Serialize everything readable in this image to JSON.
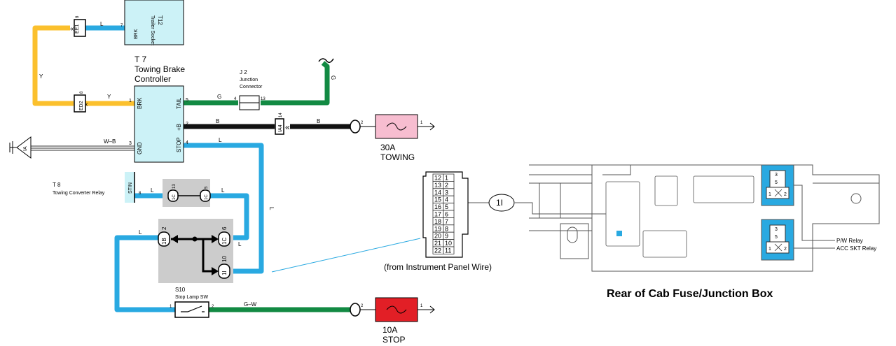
{
  "components": {
    "t12": {
      "code": "T12",
      "name": "Trailer Socket",
      "pin": "BRK"
    },
    "t7": {
      "code": "T 7",
      "name_line1": "Towing Brake",
      "name_line2": "Controller",
      "pins": {
        "brk": "BRK",
        "gnd": "GND",
        "tail": "TAIL",
        "b": "+B",
        "stop": "STOP"
      },
      "pin_numbers": {
        "brk": "1",
        "gnd": "3",
        "tail": "5",
        "b": "2",
        "stop": "4"
      }
    },
    "t8": {
      "code": "T 8",
      "name": "Towing Converter Relay",
      "pin": "STIN",
      "pin_number": "8"
    },
    "j2": {
      "code": "J 2",
      "line1": "Junction",
      "line2": "Connector",
      "pin_a": "4",
      "pin_b": "13"
    },
    "s10": {
      "code": "S10",
      "name": "Stop Lamp SW",
      "pin_a": "1",
      "pin_b": "2"
    },
    "fuse_towing": {
      "rating": "30A",
      "name": "TOWING",
      "pin_a": "2",
      "pin_b": "1"
    },
    "fuse_stop": {
      "rating": "10A",
      "name": "STOP",
      "pin_a": "2",
      "pin_b": "1"
    }
  },
  "connectors": {
    "ee1": {
      "label": "EE1",
      "pin": "8"
    },
    "ed2": {
      "label": "ED2",
      "pin": "8"
    },
    "ia4": {
      "label": "IA4",
      "pin": "14"
    },
    "ground": {
      "label": "IA"
    },
    "c1c_a": {
      "label": "1C",
      "pin": "13"
    },
    "c1c_b": {
      "label": "1C",
      "pin": "5"
    },
    "c1b": {
      "label": "1B",
      "pin": "2"
    },
    "c1c_c": {
      "label": "1C",
      "pin": "6"
    },
    "c1i": {
      "label": "1I",
      "pin": "10"
    }
  },
  "wire_colors": {
    "l": "L",
    "y": "Y",
    "g": "G",
    "b": "B",
    "wb": "W–B",
    "gw": "G–W"
  },
  "connector_pins": {
    "rows": [
      [
        "12",
        "1"
      ],
      [
        "13",
        "2"
      ],
      [
        "14",
        "3"
      ],
      [
        "15",
        "4"
      ],
      [
        "16",
        "5"
      ],
      [
        "17",
        "6"
      ],
      [
        "18",
        "7"
      ],
      [
        "19",
        "8"
      ],
      [
        "20",
        "9"
      ],
      [
        "21",
        "10"
      ],
      [
        "22",
        "11"
      ]
    ]
  },
  "callout": {
    "id": "1I",
    "from": "(from Instrument Panel Wire)"
  },
  "fuse_box": {
    "title": "Rear of Cab Fuse/Junction Box",
    "relay1": "P/W Relay",
    "relay2": "ACC SKT Relay",
    "relay_pins_top": [
      "3",
      "5"
    ],
    "relay_pins_bottom": [
      "1",
      "2"
    ]
  },
  "colors": {
    "blue": "#29a9e1",
    "green": "#128a43",
    "yellow": "#fbc02d",
    "black": "#111111",
    "comp_fill": "#ccf2f7",
    "fuse_pink": "#f7bdd0",
    "fuse_red": "#e21f26",
    "gray": "#cccccc"
  }
}
